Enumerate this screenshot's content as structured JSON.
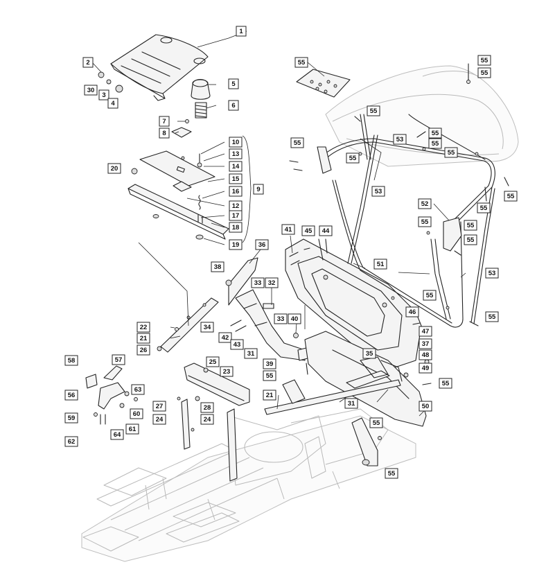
{
  "callouts": [
    {
      "id": "c1",
      "text": "1"
    },
    {
      "id": "c2",
      "text": "2"
    },
    {
      "id": "c30",
      "text": "30"
    },
    {
      "id": "c3",
      "text": "3"
    },
    {
      "id": "c4",
      "text": "4"
    },
    {
      "id": "c5",
      "text": "5"
    },
    {
      "id": "c6",
      "text": "6"
    },
    {
      "id": "c7",
      "text": "7"
    },
    {
      "id": "c8",
      "text": "8"
    },
    {
      "id": "c10",
      "text": "10"
    },
    {
      "id": "c13",
      "text": "13"
    },
    {
      "id": "c14",
      "text": "14"
    },
    {
      "id": "c20",
      "text": "20"
    },
    {
      "id": "c15",
      "text": "15"
    },
    {
      "id": "c9",
      "text": "9"
    },
    {
      "id": "c16",
      "text": "16"
    },
    {
      "id": "c12",
      "text": "12"
    },
    {
      "id": "c17",
      "text": "17"
    },
    {
      "id": "c18",
      "text": "18"
    },
    {
      "id": "c19",
      "text": "19"
    },
    {
      "id": "c36",
      "text": "36"
    },
    {
      "id": "c38",
      "text": "38"
    },
    {
      "id": "c33a",
      "text": "33"
    },
    {
      "id": "c32",
      "text": "32"
    },
    {
      "id": "c22",
      "text": "22"
    },
    {
      "id": "c34",
      "text": "34"
    },
    {
      "id": "c33b",
      "text": "33"
    },
    {
      "id": "c40",
      "text": "40"
    },
    {
      "id": "c21a",
      "text": "21"
    },
    {
      "id": "c42",
      "text": "42"
    },
    {
      "id": "c43",
      "text": "43"
    },
    {
      "id": "c26",
      "text": "26"
    },
    {
      "id": "c31a",
      "text": "31"
    },
    {
      "id": "c58",
      "text": "58"
    },
    {
      "id": "c57",
      "text": "57"
    },
    {
      "id": "c25",
      "text": "25"
    },
    {
      "id": "c23",
      "text": "23"
    },
    {
      "id": "c39",
      "text": "39"
    },
    {
      "id": "c63",
      "text": "63"
    },
    {
      "id": "c56",
      "text": "56"
    },
    {
      "id": "c27",
      "text": "27"
    },
    {
      "id": "c28",
      "text": "28"
    },
    {
      "id": "c60",
      "text": "60"
    },
    {
      "id": "c59",
      "text": "59"
    },
    {
      "id": "c24a",
      "text": "24"
    },
    {
      "id": "c24b",
      "text": "24"
    },
    {
      "id": "c61",
      "text": "61"
    },
    {
      "id": "c64",
      "text": "64"
    },
    {
      "id": "c62",
      "text": "62"
    },
    {
      "id": "c55a",
      "text": "55"
    },
    {
      "id": "c21b",
      "text": "21"
    },
    {
      "id": "c31b",
      "text": "31"
    },
    {
      "id": "c55b",
      "text": "55"
    },
    {
      "id": "c55c",
      "text": "55"
    },
    {
      "id": "c55d",
      "text": "55"
    },
    {
      "id": "c55e",
      "text": "55"
    },
    {
      "id": "c55f",
      "text": "55"
    },
    {
      "id": "c55g",
      "text": "55"
    },
    {
      "id": "c55h",
      "text": "55"
    },
    {
      "id": "c55i",
      "text": "55"
    },
    {
      "id": "c55j",
      "text": "55"
    },
    {
      "id": "c55k",
      "text": "55"
    },
    {
      "id": "c55l",
      "text": "55"
    },
    {
      "id": "c55m",
      "text": "55"
    },
    {
      "id": "c55n",
      "text": "55"
    },
    {
      "id": "c55o",
      "text": "55"
    },
    {
      "id": "c55p",
      "text": "55"
    },
    {
      "id": "c55q",
      "text": "55"
    },
    {
      "id": "c55r",
      "text": "55"
    },
    {
      "id": "c55s",
      "text": "55"
    },
    {
      "id": "c55t",
      "text": "55"
    },
    {
      "id": "c53a",
      "text": "53"
    },
    {
      "id": "c53b",
      "text": "53"
    },
    {
      "id": "c53c",
      "text": "53"
    },
    {
      "id": "c52",
      "text": "52"
    },
    {
      "id": "c41",
      "text": "41"
    },
    {
      "id": "c45",
      "text": "45"
    },
    {
      "id": "c44",
      "text": "44"
    },
    {
      "id": "c51",
      "text": "51"
    },
    {
      "id": "c46",
      "text": "46"
    },
    {
      "id": "c47",
      "text": "47"
    },
    {
      "id": "c37",
      "text": "37"
    },
    {
      "id": "c35",
      "text": "35"
    },
    {
      "id": "c48",
      "text": "48"
    },
    {
      "id": "c49",
      "text": "49"
    },
    {
      "id": "c50",
      "text": "50"
    }
  ]
}
